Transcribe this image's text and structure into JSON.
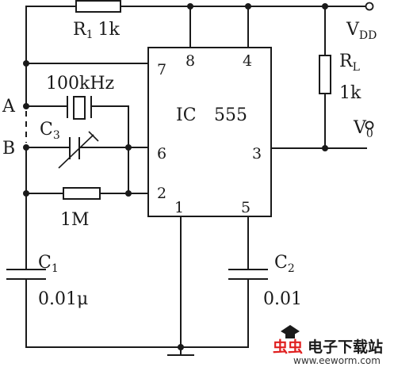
{
  "labels": {
    "r1_name": "R",
    "r1_sub": "1",
    "r1_value": "1k",
    "vdd_main": "V",
    "vdd_sub": "DD",
    "rl_name": "R",
    "rl_sub": "L",
    "rl_value": "1k",
    "v0_main": "V",
    "v0_sub": "0",
    "ic_name": "IC",
    "ic_part": "555",
    "crystal_value": "100kHz",
    "node_a": "A",
    "node_b": "B",
    "c3_name": "C",
    "c3_sub": "3",
    "r_1m_value": "1M",
    "c1_name": "C",
    "c1_sub": "1",
    "c1_value": "0.01μ",
    "c2_name": "C",
    "c2_sub": "2",
    "c2_value": "0.01"
  },
  "pins": {
    "p7": "7",
    "p8": "8",
    "p4": "4",
    "p6": "6",
    "p3": "3",
    "p2": "2",
    "p1": "1",
    "p5": "5"
  },
  "watermark": {
    "brand_chars": "虫虫",
    "text": "电子下载站",
    "url": "www.eeworm.com",
    "brand_color": "#e02020"
  }
}
